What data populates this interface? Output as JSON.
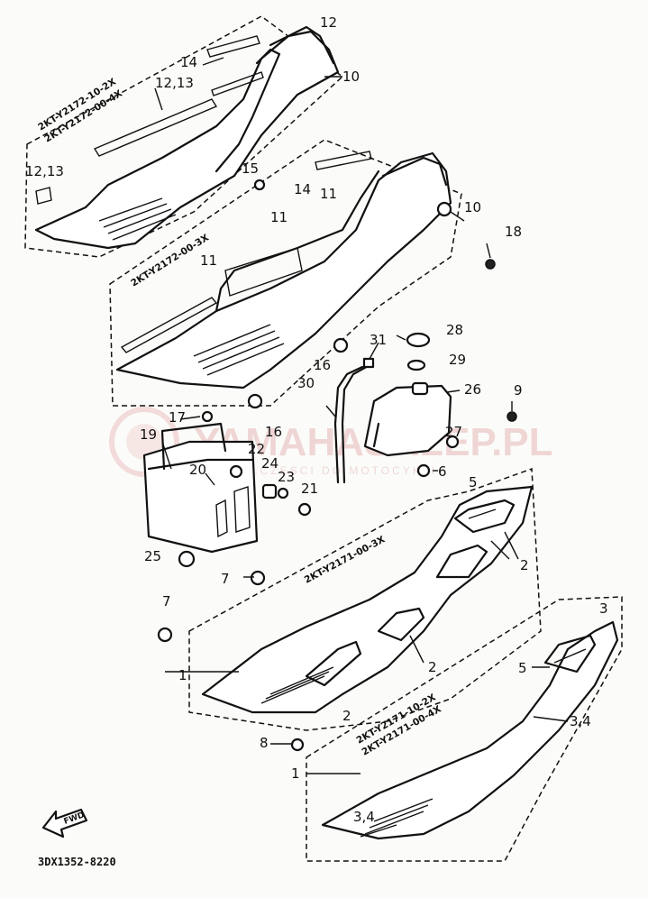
{
  "diagram": {
    "reference_code": "3DX1352-8220",
    "forward_label": "FWD",
    "watermark": {
      "text": "YAMAHASKLEP.PL",
      "subtext": "WWW.CZESCI DO MOTOCYKLI"
    },
    "part_codes": {
      "upper_left_a": "2KT-Y2172-10-2X",
      "upper_left_b": "2KT-Y2172-00-4X",
      "upper_right": "2KT-Y2172-00-3X",
      "lower_left": "2KT-Y2171-00-3X",
      "lower_right_a": "2KT-Y2171-10-2X",
      "lower_right_b": "2KT-Y2171-00-4X"
    },
    "callouts": {
      "c1a": "1",
      "c1b": "1",
      "c2a": "2",
      "c2b": "2",
      "c2c": "2",
      "c3": "3",
      "c34a": "3,4",
      "c34b": "3,4",
      "c5a": "5",
      "c5b": "5",
      "c6": "6",
      "c7a": "7",
      "c7b": "7",
      "c8": "8",
      "c9": "9",
      "c10a": "10",
      "c10b": "10",
      "c11a": "11",
      "c11b": "11",
      "c11c": "11",
      "c12": "12",
      "c1213a": "12,13",
      "c1213b": "12,13",
      "c14a": "14",
      "c14b": "14",
      "c15": "15",
      "c16a": "16",
      "c16b": "16",
      "c17": "17",
      "c18": "18",
      "c19": "19",
      "c20": "20",
      "c21": "21",
      "c22": "22",
      "c23": "23",
      "c24": "24",
      "c25": "25",
      "c26": "26",
      "c27": "27",
      "c28": "28",
      "c29": "29",
      "c30": "30",
      "c31": "31"
    }
  }
}
